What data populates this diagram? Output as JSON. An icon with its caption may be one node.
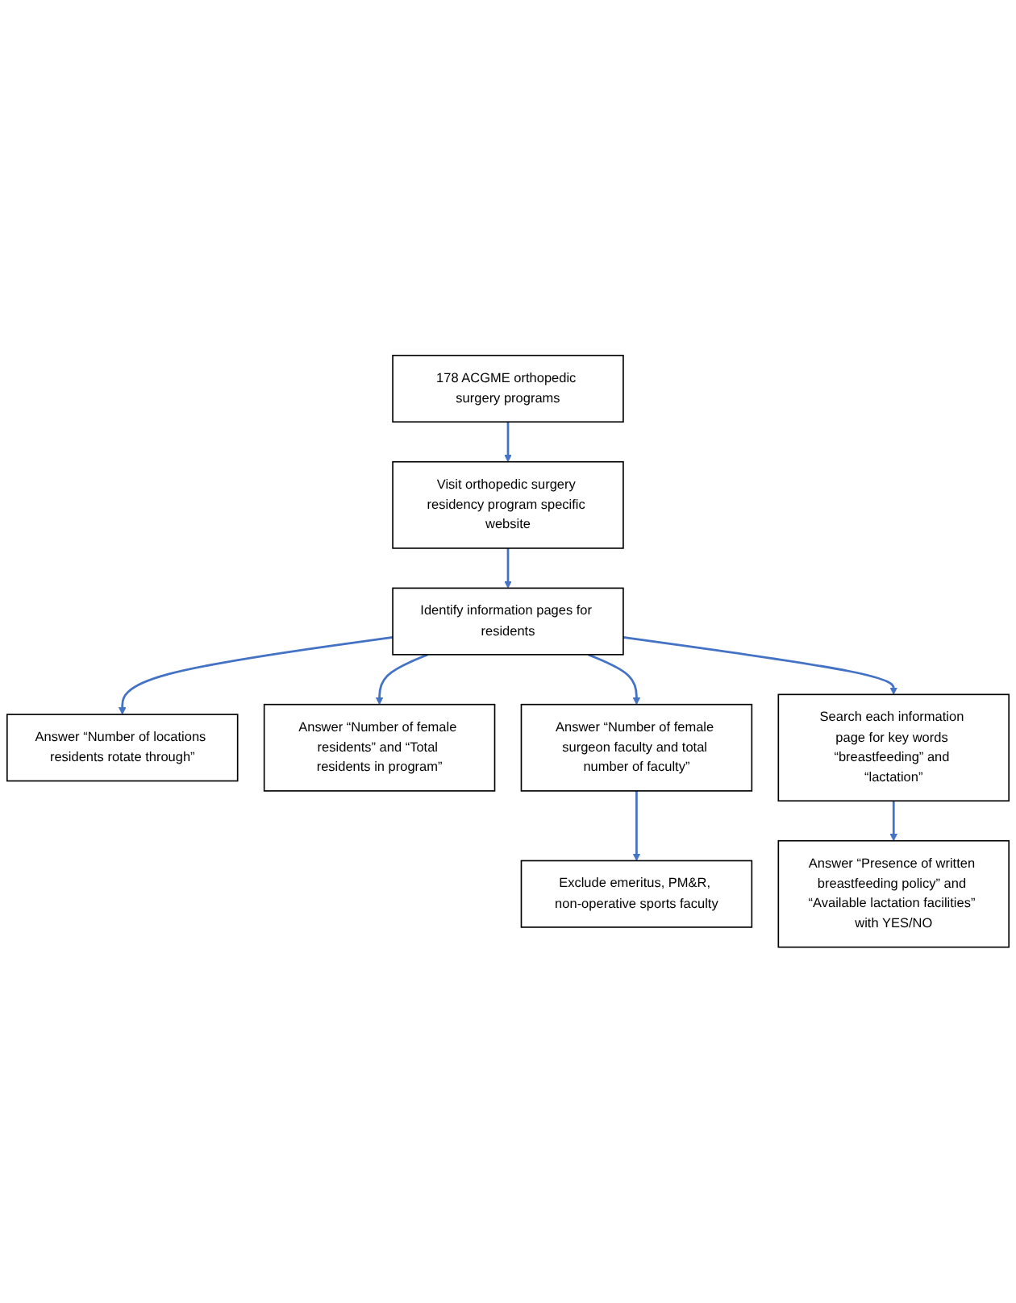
{
  "diagram": {
    "nodes": [
      {
        "text": [
          "178 ACGME orthopedic surgery programs"
        ]
      },
      {
        "text": [
          "Visit orthopedic surgery residency program specific website"
        ]
      },
      {
        "text": [
          "Identify information pages for residents"
        ]
      },
      {
        "text": [
          "Answer “Number of locations residents rotate through”"
        ]
      },
      {
        "text": [
          "Answer “Number of female residents” and “Total residents in program”"
        ]
      },
      {
        "text": [
          "Search each information page for key words “breastfeeding” and “lactation”"
        ]
      },
      {
        "text": [
          "Answer “Number of female surgeon faculty and total number of faculty”"
        ]
      },
      {
        "text": [
          "Answer “Presence of written breastfeeding policy” and “Available lactation facilities” with YES/NO"
        ]
      },
      {
        "text": [
          "Exclude emeritus, PM&R, non-operative sports faculty"
        ]
      }
    ],
    "edges": [
      {
        "from": 0,
        "to": 1,
        "arrow": "to"
      },
      {
        "from": 1,
        "to": 2,
        "arrow": "to"
      },
      {
        "from": 2,
        "to": 3,
        "arrow": "to"
      },
      {
        "from": 2,
        "to": 4,
        "arrow": "to"
      },
      {
        "from": 2,
        "to": 6,
        "arrow": "to"
      },
      {
        "from": 2,
        "to": 5,
        "arrow": "to"
      },
      {
        "from": 5,
        "to": 7,
        "arrow": "to"
      },
      {
        "from": 6,
        "to": 8,
        "arrow": "to"
      }
    ]
  }
}
